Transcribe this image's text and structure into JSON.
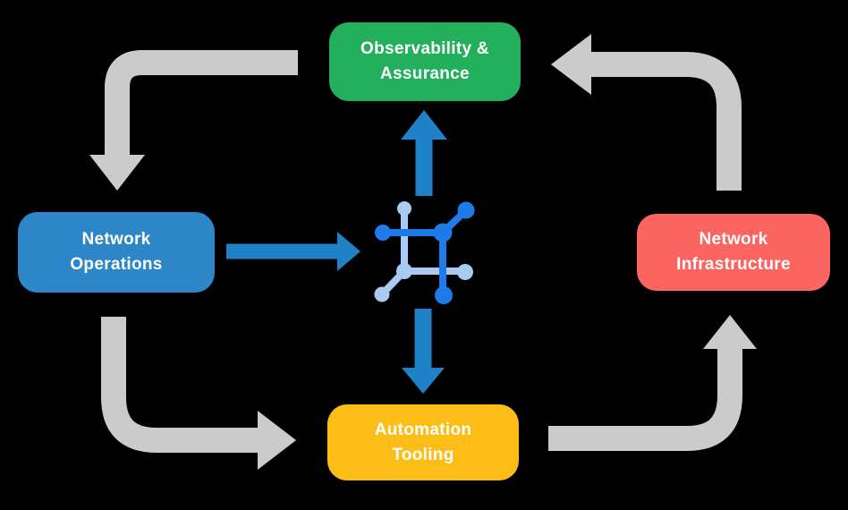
{
  "background_color": "#000000",
  "nodes": {
    "observability": {
      "label": "Observability &\nAssurance",
      "color": "#24AF5C",
      "text_color": "#FFFFFF"
    },
    "operations": {
      "label": "Network\nOperations",
      "color": "#2C86C7",
      "text_color": "#FFFFFF"
    },
    "infrastructure": {
      "label": "Network\nInfrastructure",
      "color": "#FA6562",
      "text_color": "#FFFFFF"
    },
    "automation": {
      "label": "Automation\nTooling",
      "color": "#FCBD17",
      "text_color": "#FFFFFF"
    }
  },
  "center_icon": {
    "name": "network-fabric-icon",
    "primary_color": "#1E7CEA",
    "secondary_color": "#A9CAF3"
  },
  "arrows": {
    "cycle_color": "#CBCBCB",
    "center_color": "#1F81C8",
    "cycle": [
      {
        "from": "observability",
        "to": "operations",
        "path": "left then down",
        "position": "top-left"
      },
      {
        "from": "operations",
        "to": "automation",
        "path": "down then right",
        "position": "bottom-left"
      },
      {
        "from": "automation",
        "to": "infrastructure",
        "path": "right then up",
        "position": "bottom-right"
      },
      {
        "from": "infrastructure",
        "to": "observability",
        "path": "up then left",
        "position": "top-right"
      }
    ],
    "center": [
      {
        "from": "operations",
        "to": "center-icon",
        "direction": "right"
      },
      {
        "from": "center-icon",
        "to": "observability",
        "direction": "up"
      },
      {
        "from": "center-icon",
        "to": "automation",
        "direction": "down"
      }
    ]
  }
}
